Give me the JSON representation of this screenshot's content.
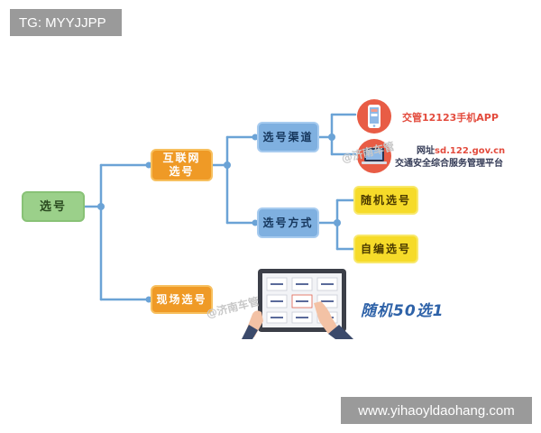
{
  "tags": {
    "top": "TG: MYYJJPP",
    "bottom": "www.yihaoyldaohang.com"
  },
  "diagram": {
    "root": "选号",
    "internet": "互联网\n选号",
    "channel": "选号渠道",
    "method": "选号方式",
    "random_pick": "随机选号",
    "custom": "自编选号",
    "onsite": "现场选号",
    "app_label": "交管12123手机APP",
    "site_prefix": "网址",
    "site_url": "sd.122.gov.cn",
    "site_name": "交通安全综合服务管理平台",
    "random_note": "随机50选1",
    "watermark": "@济南车管"
  },
  "colors": {
    "connector": "#6ba3d6",
    "green": "#9bd08a",
    "orange": "#ef9a26",
    "blue": "#7fb0e0",
    "yellow": "#f6db29"
  }
}
